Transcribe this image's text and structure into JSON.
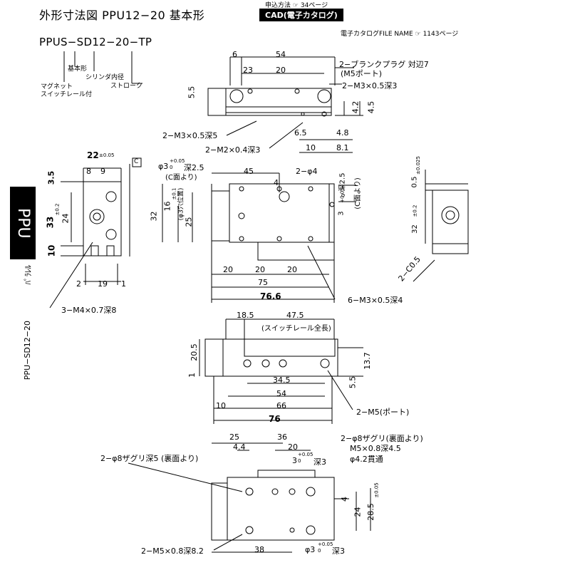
{
  "header": {
    "title": "外形寸法図  PPU12−20  基本形",
    "ref_text": "申込方法",
    "ref_page": "34ページ",
    "cad_badge": "CAD(電子カタログ)",
    "file_label": "電子カタログFILE  NAME",
    "file_page": "1143ページ"
  },
  "model_code": {
    "code": "PPUS−SD12−20−TP",
    "legend": [
      "マグネット",
      "スイッチレール付",
      "基本形",
      "シリンダ内径",
      "ストローク"
    ]
  },
  "side": {
    "tab": "PPU",
    "vertical_model": "PPU−SD12−20",
    "vertical_label": "ﾊﾟﾗﾚﾙ"
  },
  "top_view": {
    "labels": [
      "6",
      "54",
      "23",
      "20",
      "5.5",
      "2−ブランクプラグ  対辺7",
      "(M5ポート)",
      "2−M3×0.5深3",
      "4.2",
      "4.5",
      "2−M3×0.5深5",
      "6.5",
      "4.8",
      "2−M2×0.4深3",
      "10",
      "8.1"
    ]
  },
  "left_view": {
    "labels": [
      "22",
      "±0.05",
      "C",
      "8",
      "9",
      "3.5",
      "33",
      "±0.2",
      "24",
      "10",
      "2",
      "19",
      "1",
      "3−M4×0.7深8"
    ]
  },
  "front_view": {
    "labels": [
      "φ3",
      "+0.05",
      "0",
      "深2.5",
      "(C面より)",
      "45",
      "4",
      "2−φ4",
      "3",
      "+0.05",
      "0",
      "深2.5",
      "(C面より)",
      "16",
      "±0.1",
      "(φ3穴位置)",
      "32",
      "25",
      "20",
      "20",
      "20",
      "75",
      "76.6",
      "6−M3×0.5深4"
    ]
  },
  "right_view": {
    "labels": [
      "0.5",
      "±0.025",
      "32",
      "±0.2",
      "2−C0.5"
    ]
  },
  "bottom_view_1": {
    "labels": [
      "18.5",
      "47.5",
      "(スイッチレール全長)",
      "20.5",
      "1",
      "13.7",
      "34.5",
      "5.5",
      "54",
      "10",
      "66",
      "76",
      "2−M5(ポート)"
    ]
  },
  "bottom_view_2": {
    "labels": [
      "25",
      "36",
      "4.4",
      "20",
      "2−φ8ザグリ(裏面より)",
      "M5×0.8深4.5",
      "φ4.2貫通",
      "2−φ8ザグリ深5 (裏面より)",
      "3",
      "+0.05",
      "0",
      "深3",
      "4",
      "24",
      "28.5",
      "±0.05",
      "2−M5×0.8深8.2",
      "38",
      "φ3",
      "+0.05",
      "0",
      "深3"
    ]
  }
}
